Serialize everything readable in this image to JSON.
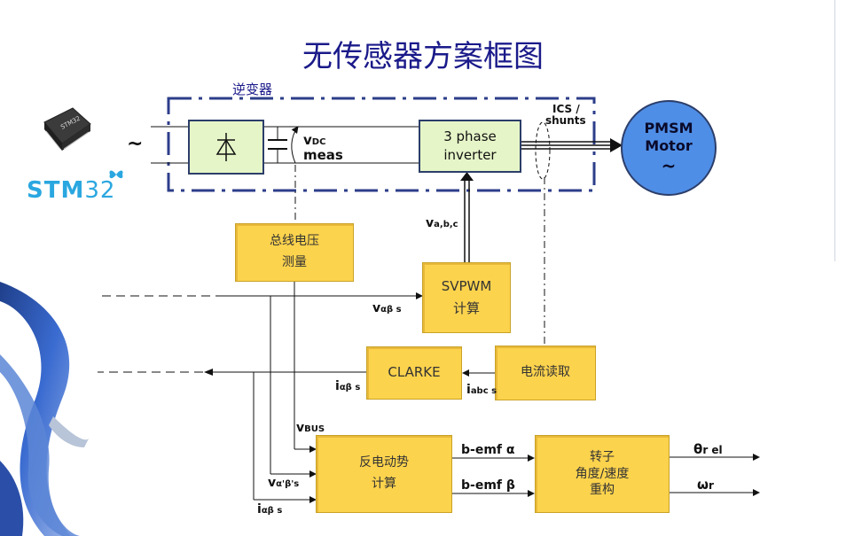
{
  "title": "无传感器方案框图",
  "inverter_label": "逆变器",
  "logo": {
    "stm": "STM",
    "num": "32"
  },
  "input_tilde": "~",
  "motor": {
    "line1": "PMSM",
    "line2": "Motor",
    "tilde": "~"
  },
  "inverter_block": {
    "line1": "3 phase",
    "line2": "inverter"
  },
  "ics_shunts": {
    "line1": "ICS /",
    "line2": "shunts"
  },
  "vdc": {
    "v": "v",
    "sub": "DC",
    "meas": "meas"
  },
  "blocks": {
    "bus_voltage": {
      "line1": "总线电压",
      "line2": "测量"
    },
    "svpwm": {
      "line1": "SVPWM",
      "line2": "计算"
    },
    "clarke": {
      "line1": "CLARKE"
    },
    "current_read": {
      "line1": "电流读取"
    },
    "back_emf": {
      "line1": "反电动势",
      "line2": "计算"
    },
    "rotor": {
      "line1": "转子",
      "line2": "角度/速度",
      "line3": "重构"
    }
  },
  "signals": {
    "vabc": {
      "v": "v",
      "sub": "a,b,c"
    },
    "vab_s": {
      "v": "v",
      "sub": "αβ s"
    },
    "iab_s_clarke": {
      "v": "i",
      "sub": "αβ s"
    },
    "iabc_s": {
      "v": "i",
      "sub": "abc s"
    },
    "vbus": {
      "v": "v",
      "sub": "BUS"
    },
    "vab_prime": {
      "v": "v",
      "sub": "α'β's"
    },
    "iab_s_bottom": {
      "v": "i",
      "sub": "αβ s"
    },
    "bemf_a": "b-emf α",
    "bemf_b": "b-emf β",
    "theta": {
      "v": "θ",
      "sub": "r el"
    },
    "omega": {
      "v": "ω",
      "sub": "r"
    }
  },
  "colors": {
    "title": "#1a1a8a",
    "block": "#fcd34d",
    "inverter_fill": "#e6f5c8",
    "motor": "#4f8ee6",
    "dash_border": "#2c3e8a",
    "logo": "#2aa7e0"
  }
}
